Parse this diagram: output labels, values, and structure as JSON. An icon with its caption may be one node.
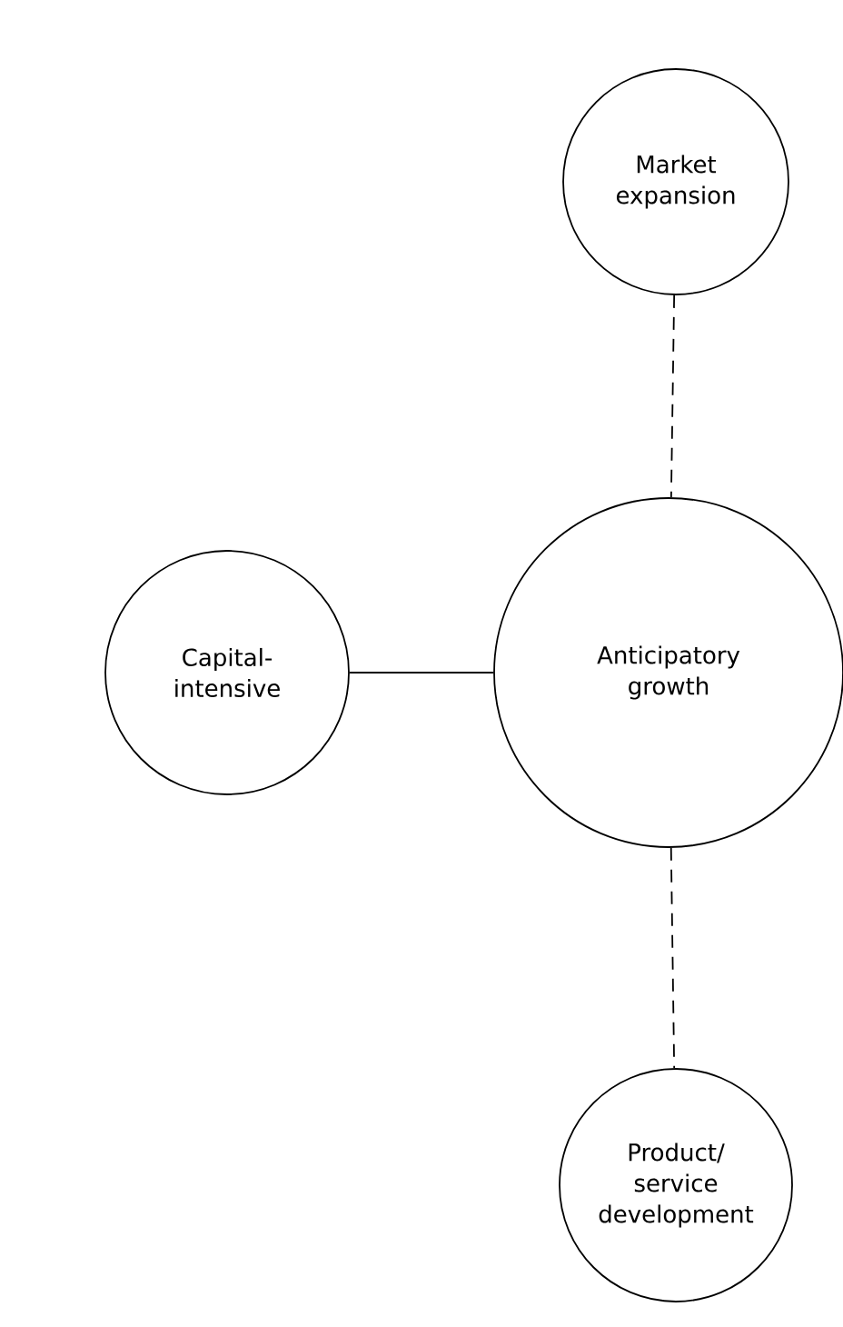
{
  "diagram": {
    "nodes": [
      {
        "text": [
          "Market expansion"
        ]
      },
      {
        "text": [
          "Capital-intensive"
        ]
      },
      {
        "text": [
          "Anticipatory growth"
        ]
      },
      {
        "text": [
          "Product/service development"
        ]
      }
    ],
    "edges": [
      {
        "from": 0,
        "to": 2,
        "arrow": "none",
        "style": "dashed"
      },
      {
        "from": 1,
        "to": 2,
        "arrow": "none"
      },
      {
        "from": 2,
        "to": 3,
        "arrow": "none",
        "style": "dashed"
      }
    ]
  }
}
